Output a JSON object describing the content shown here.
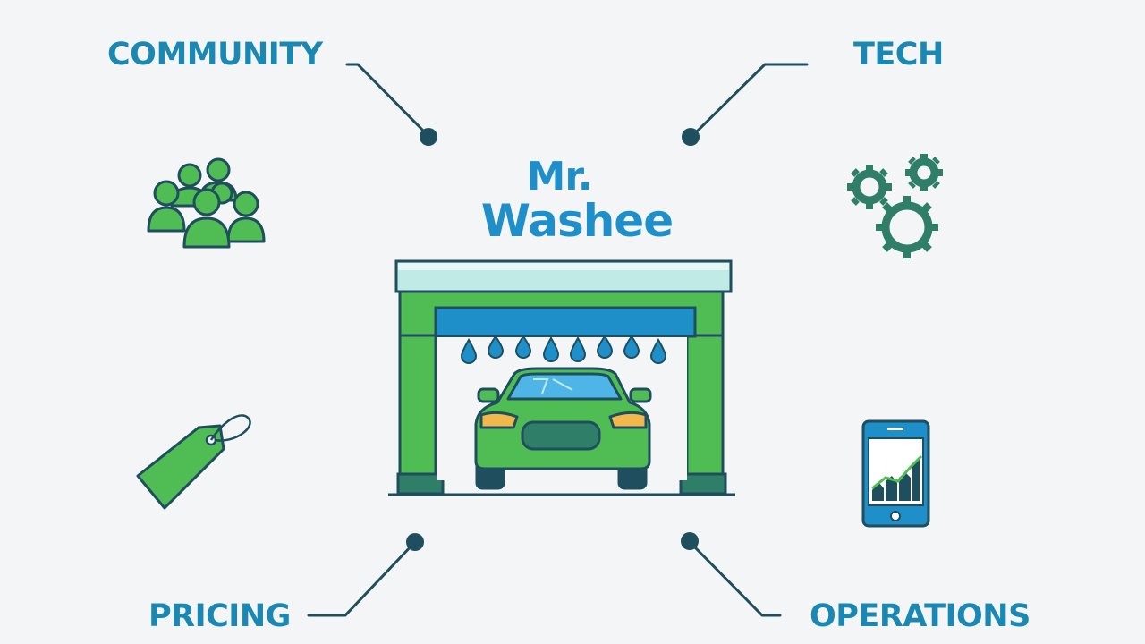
{
  "labels": {
    "community": "COMMUNITY",
    "tech": "TECH",
    "pricing": "PRICING",
    "operations": "OPERATIONS"
  },
  "brand": {
    "line1": "Mr.",
    "line2": "Washee"
  },
  "colors": {
    "background": "#f3f5f6",
    "label_blue": "#1a88b2",
    "brand_blue": "#1e8fc9",
    "green": "#4fbd54",
    "dark_outline": "#1f4e5f",
    "gear_green": "#2f7f68",
    "roof_cyan": "#bfeae6",
    "windshield": "#4fb5e6",
    "headlight": "#f2b84b"
  },
  "icons": {
    "community": "people-group-icon",
    "tech": "gears-icon",
    "pricing": "price-tag-icon",
    "operations": "phone-chart-icon"
  }
}
